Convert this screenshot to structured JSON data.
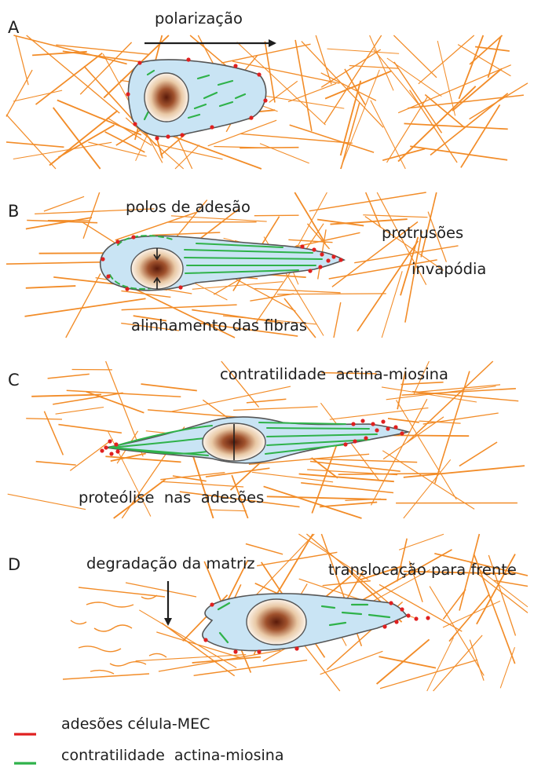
{
  "colors": {
    "fiber": "#f28c28",
    "cell_fill": "#c9e4f4",
    "cell_outline": "#555555",
    "adhesion": "#e02020",
    "actomyosin": "#2fb24a",
    "nucleus_center": "#5a1a0a",
    "nucleus_edge": "#fbf3ea",
    "text": "#1e1e1e"
  },
  "panels": [
    {
      "letter": "A",
      "labels": {
        "polarization": "polarização"
      }
    },
    {
      "letter": "B",
      "labels": {
        "adhesion_poles": "polos de adesão",
        "protrusions": "protrusões",
        "invadopodia": "invapódia",
        "fiber_alignment": "alinhamento das fibras"
      }
    },
    {
      "letter": "C",
      "labels": {
        "contractility": "contratilidade  actina-miosina",
        "proteolysis": "proteólise  nas  adesões"
      }
    },
    {
      "letter": "D",
      "labels": {
        "matrix_degradation": "degradação da matriz",
        "forward_translocation": "translocação para frente"
      }
    }
  ],
  "legend": [
    {
      "label": "adesões célula-MEC",
      "color": "#e02020"
    },
    {
      "label": "contratilidade  actina-miosina",
      "color": "#2fb24a"
    }
  ]
}
